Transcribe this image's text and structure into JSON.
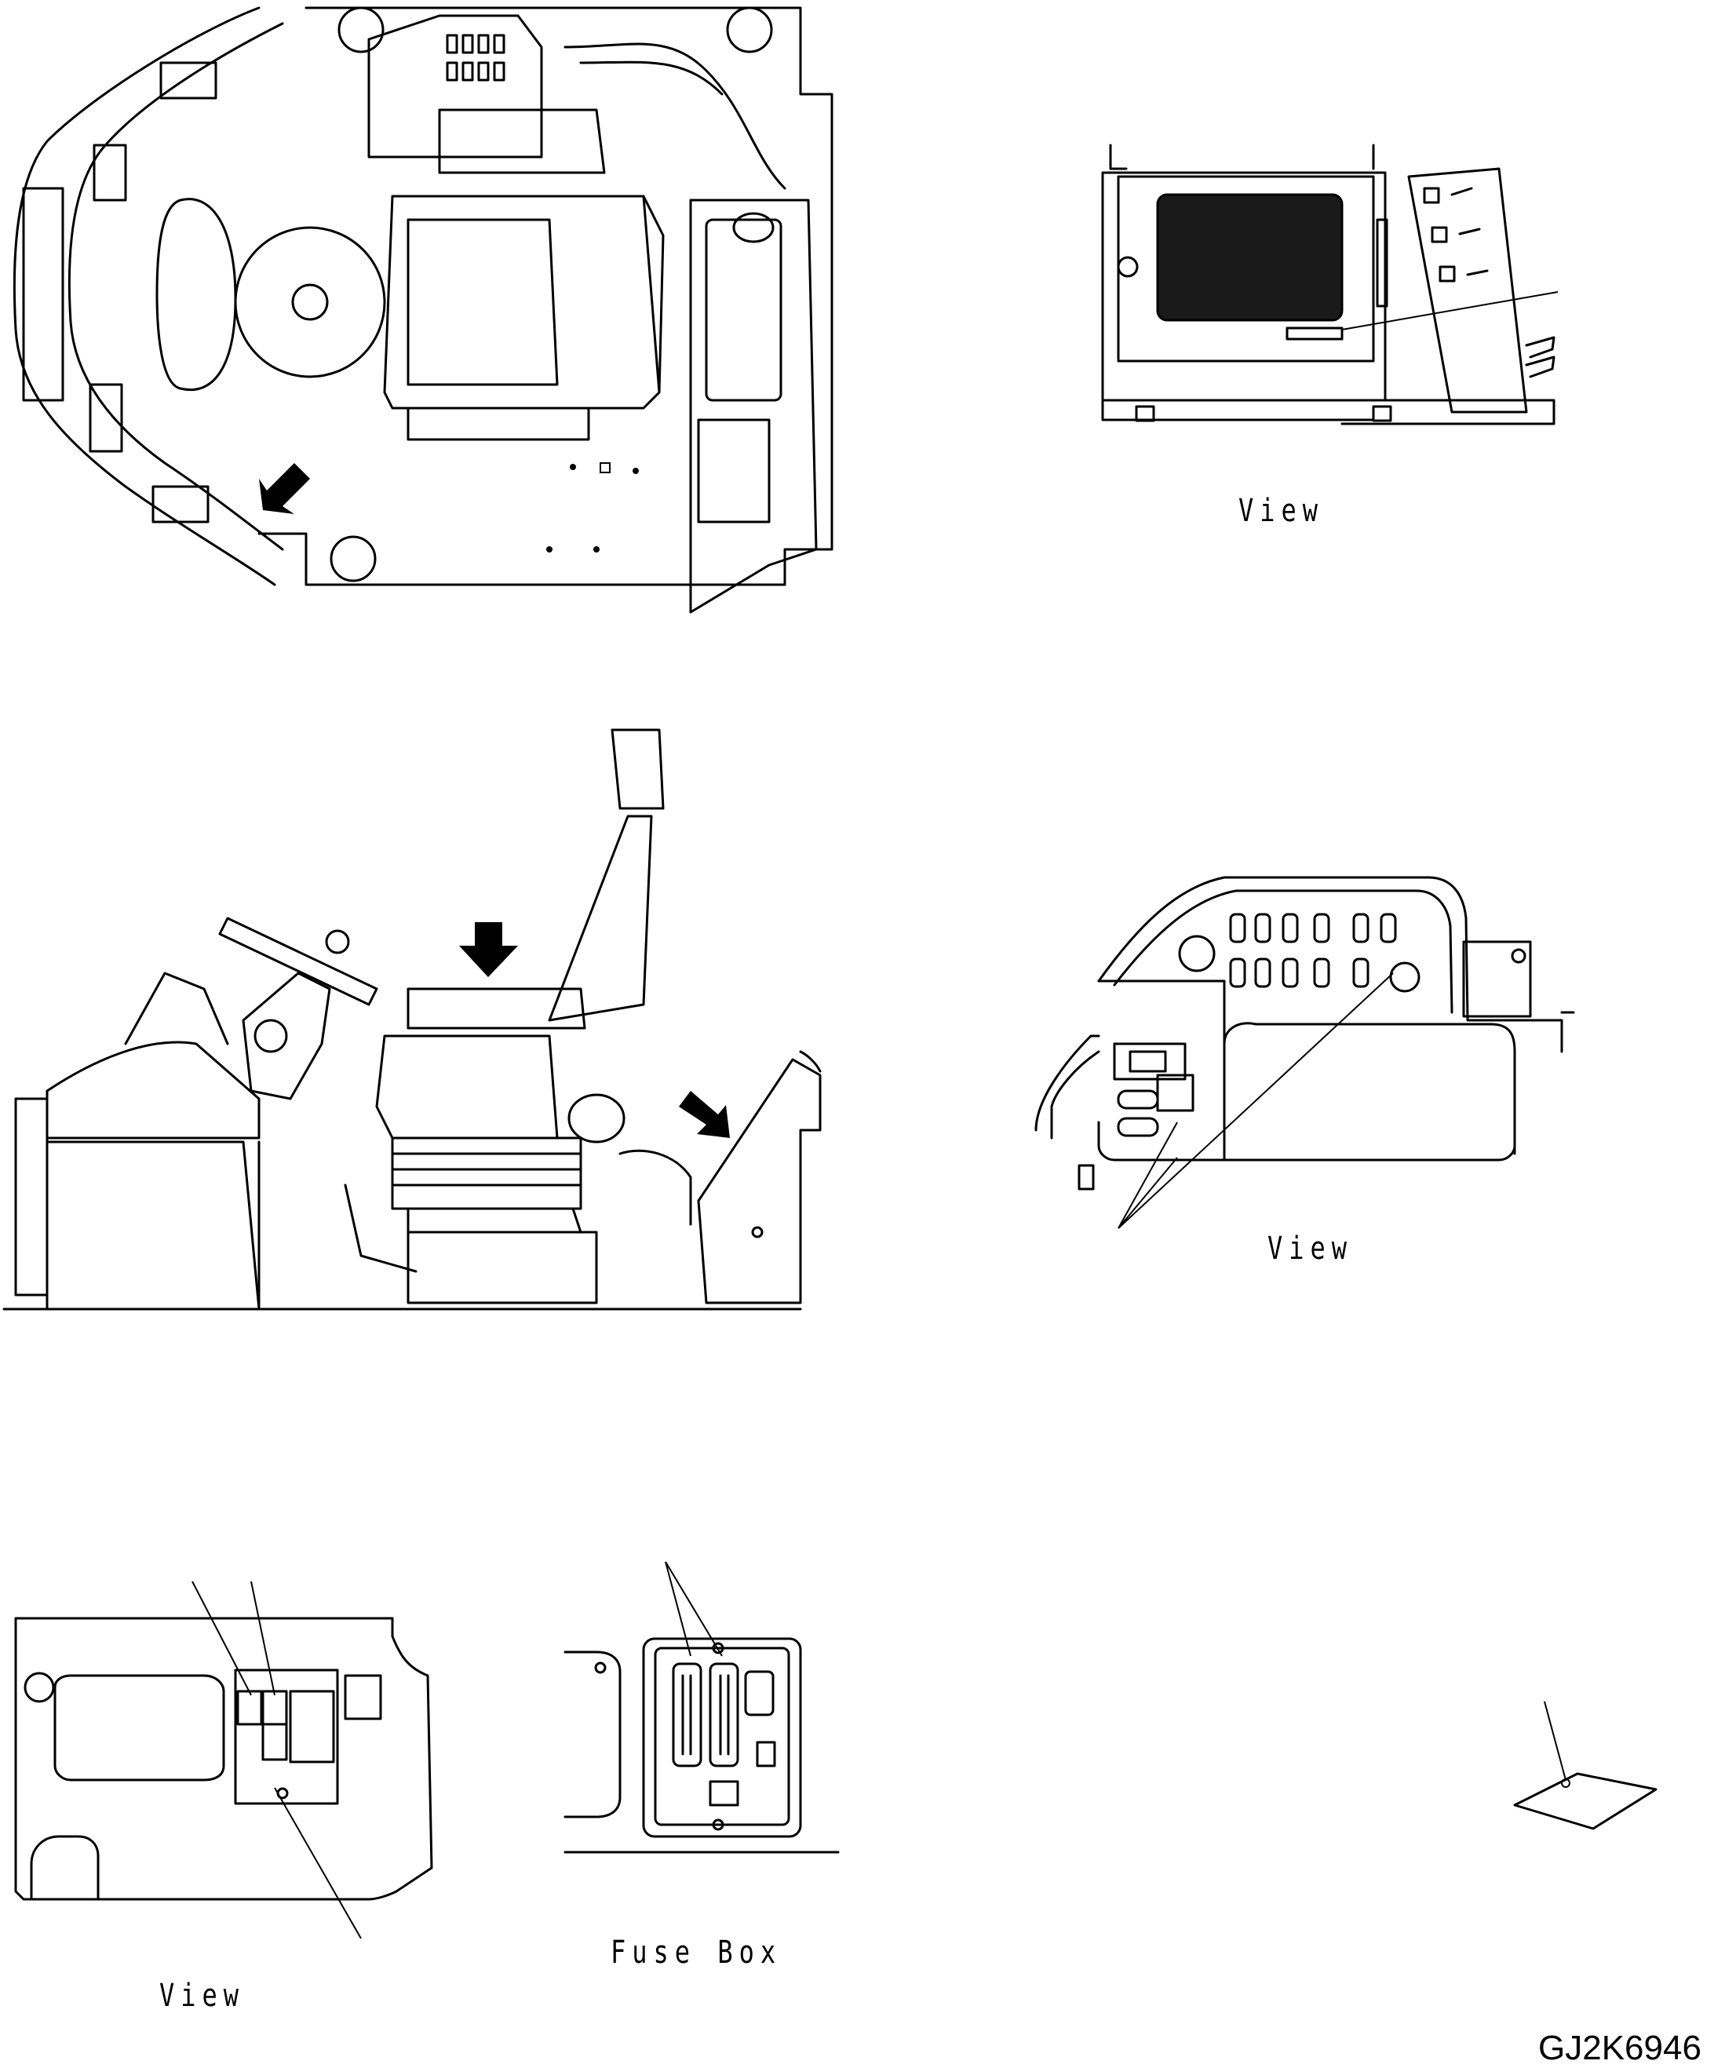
{
  "captions": {
    "view_top_right": "View",
    "view_middle_right": "View",
    "view_bottom_left": "View",
    "fuse_box": "Fuse Box"
  },
  "drawing_number": "GJ2K6946"
}
